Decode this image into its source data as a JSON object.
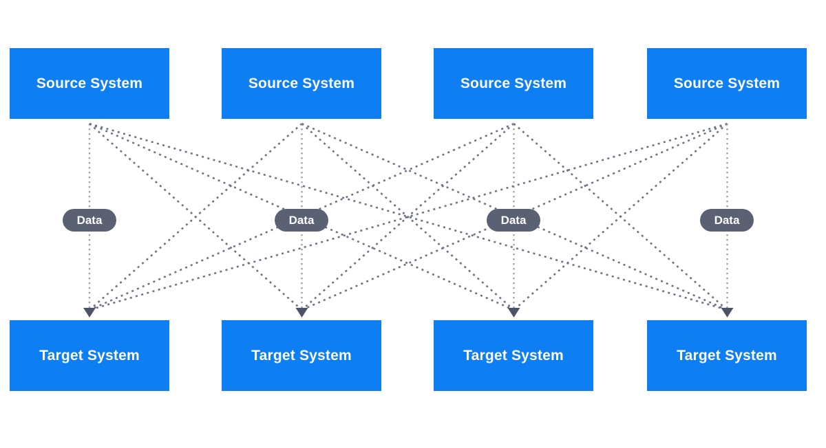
{
  "diagram": {
    "sources": [
      {
        "label": "Source System"
      },
      {
        "label": "Source System"
      },
      {
        "label": "Source System"
      },
      {
        "label": "Source System"
      }
    ],
    "targets": [
      {
        "label": "Target System"
      },
      {
        "label": "Target System"
      },
      {
        "label": "Target System"
      },
      {
        "label": "Target System"
      }
    ],
    "pills": [
      {
        "label": "Data"
      },
      {
        "label": "Data"
      },
      {
        "label": "Data"
      },
      {
        "label": "Data"
      }
    ],
    "colors": {
      "box_fill": "#0d7ff2",
      "box_text": "#ffffff",
      "pill_fill": "#5a6173",
      "pill_text": "#ffffff",
      "line_diagonal": "#6d7386",
      "line_vertical": "#9fa3ae",
      "arrowhead": "#4d5366",
      "background": "#ffffff"
    }
  }
}
